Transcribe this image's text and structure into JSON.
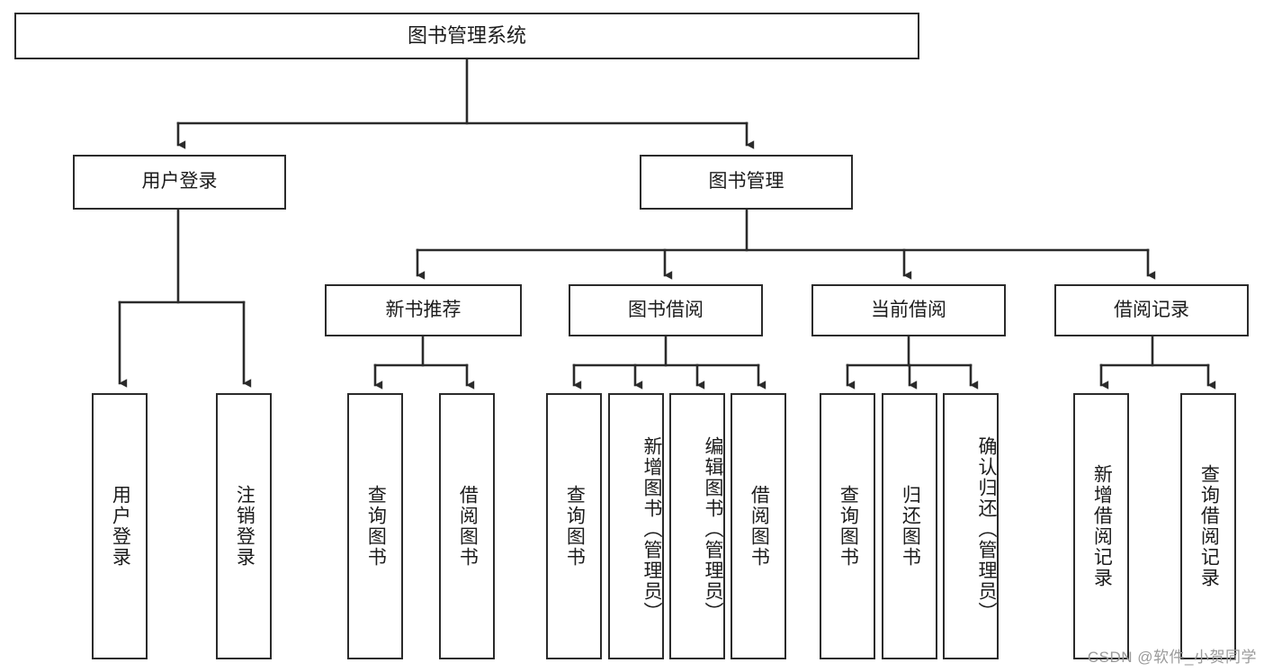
{
  "diagram": {
    "type": "tree-hierarchy-chart",
    "title": "图书管理系统",
    "line_color": "#2b2b2b",
    "box_fill": "#ffffff",
    "text_color": "#1c1c1c",
    "root": {
      "label": "图书管理系统"
    },
    "level1": [
      {
        "label": "用户登录"
      },
      {
        "label": "图书管理"
      }
    ],
    "level2": [
      {
        "label": "新书推荐"
      },
      {
        "label": "图书借阅"
      },
      {
        "label": "当前借阅"
      },
      {
        "label": "借阅记录"
      }
    ],
    "leaves": {
      "user_login": [
        {
          "label": "用户登录"
        },
        {
          "label": "注销登录"
        }
      ],
      "new_book_recommend": [
        {
          "label": "查询图书"
        },
        {
          "label": "借阅图书"
        }
      ],
      "book_borrow": [
        {
          "label": "查询图书"
        },
        {
          "label": "新增图书（管理员）"
        },
        {
          "label": "编辑图书（管理员）"
        },
        {
          "label": "借阅图书"
        }
      ],
      "current_borrow": [
        {
          "label": "查询图书"
        },
        {
          "label": "归还图书"
        },
        {
          "label": "确认归还（管理员）"
        }
      ],
      "borrow_record": [
        {
          "label": "新增借阅记录"
        },
        {
          "label": "查询借阅记录"
        }
      ]
    }
  },
  "watermark": {
    "text": "CSDN @软件_小贺同学"
  }
}
